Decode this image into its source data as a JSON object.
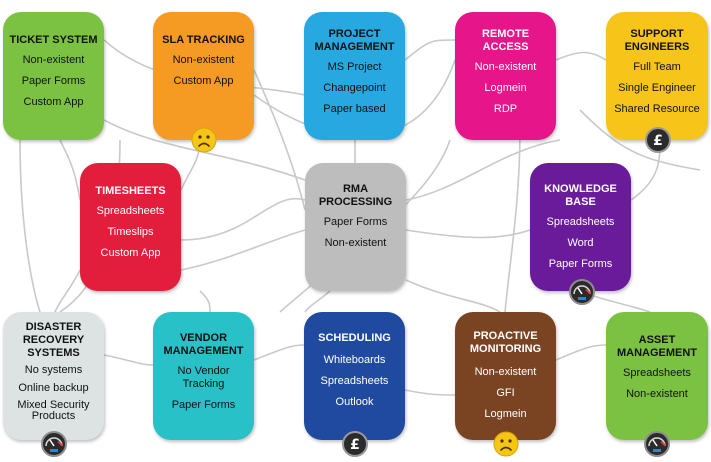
{
  "palette": {
    "green": "#7cc242",
    "orange": "#f59a23",
    "blue": "#27a8e0",
    "magenta": "#e6158a",
    "yellow": "#f7c41a",
    "red": "#e31d3c",
    "gray": "#bdbdbd",
    "purple": "#6a1b9a",
    "lightgray": "#dde3e3",
    "teal": "#27c1c7",
    "navy": "#1f4aa0",
    "brown": "#7a4423",
    "line": "#c7c9cb"
  },
  "cards": {
    "ticket_system": {
      "title": "TICKET SYSTEM",
      "items": [
        "Non-existent",
        "Paper Forms",
        "Custom App"
      ]
    },
    "sla_tracking": {
      "title": "SLA TRACKING",
      "items": [
        "Non-existent",
        "Custom App"
      ]
    },
    "project_management": {
      "title": "PROJECT\nMANAGEMENT",
      "items": [
        "MS Project",
        "Changepoint",
        "Paper based"
      ]
    },
    "remote_access": {
      "title": "REMOTE\nACCESS",
      "items": [
        "Non-existent",
        "Logmein",
        "RDP"
      ]
    },
    "support_engineers": {
      "title": "SUPPORT\nENGINEERS",
      "items": [
        "Full Team",
        "Single Engineer",
        "Shared Resource"
      ]
    },
    "timesheets": {
      "title": "TIMESHEETS",
      "items": [
        "Spreadsheets",
        "Timeslips",
        "Custom App"
      ]
    },
    "rma_processing": {
      "title": "RMA\nPROCESSING",
      "items": [
        "Paper Forms",
        "Non-existent"
      ]
    },
    "knowledge_base": {
      "title": "KNOWLEDGE\nBASE",
      "items": [
        "Spreadsheets",
        "Word",
        "Paper Forms"
      ]
    },
    "disaster_recovery": {
      "title": "DISASTER\nRECOVERY\nSYSTEMS",
      "items": [
        "No systems",
        "Online backup",
        "Mixed Security\nProducts"
      ]
    },
    "vendor_management": {
      "title": "VENDOR\nMANAGEMENT",
      "items": [
        "No Vendor\nTracking",
        "Paper Forms"
      ]
    },
    "scheduling": {
      "title": "SCHEDULING",
      "items": [
        "Whiteboards",
        "Spreadsheets",
        "Outlook"
      ]
    },
    "proactive_monitoring": {
      "title": "PROACTIVE\nMONITORING",
      "items": [
        "Non-existent",
        "GFI",
        "Logmein"
      ]
    },
    "asset_management": {
      "title": "ASSET\nMANAGEMENT",
      "items": [
        "Spreadsheets",
        "Non-existent"
      ]
    }
  },
  "badges": {
    "sla_tracking": "sad-face-icon",
    "support_engineers": "pound-coin-icon",
    "knowledge_base": "gauge-icon",
    "disaster_recovery": "gauge-icon",
    "scheduling": "pound-coin-icon",
    "proactive_monitoring": "sad-face-icon",
    "asset_management": "gauge-icon"
  }
}
